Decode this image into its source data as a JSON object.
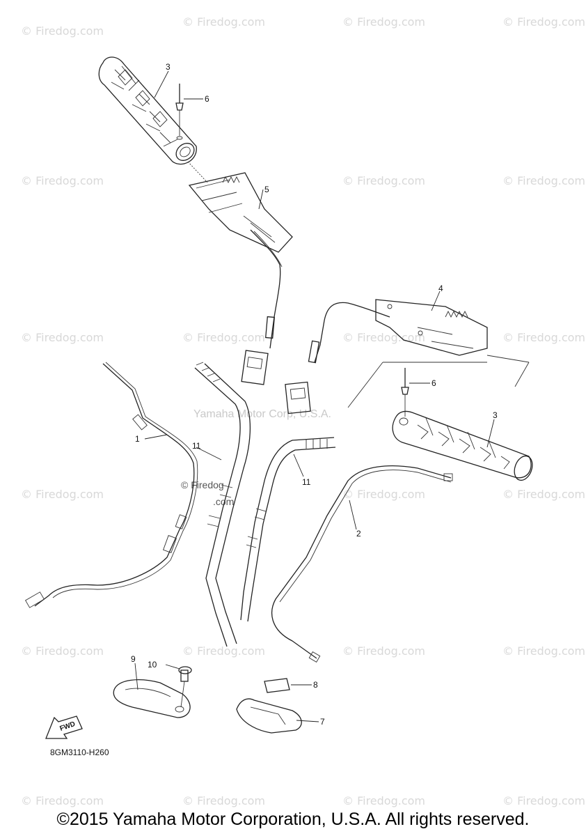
{
  "watermarks": {
    "site": "© Firedog.com",
    "center": "Yamaha Motor Corp, U.S.A.",
    "firedog_split_a": "© Firedog",
    "firedog_split_b": ".com"
  },
  "callouts": {
    "c1": "1",
    "c2": "2",
    "c3a": "3",
    "c3b": "3",
    "c4": "4",
    "c5": "5",
    "c6a": "6",
    "c6b": "6",
    "c7": "7",
    "c8": "8",
    "c9": "9",
    "c10": "10",
    "c11a": "11",
    "c11b": "11"
  },
  "fwd_label": "FWD",
  "diagram_code": "8GM3110-H260",
  "copyright": "©2015 Yamaha Motor Corporation, U.S.A. All rights reserved."
}
